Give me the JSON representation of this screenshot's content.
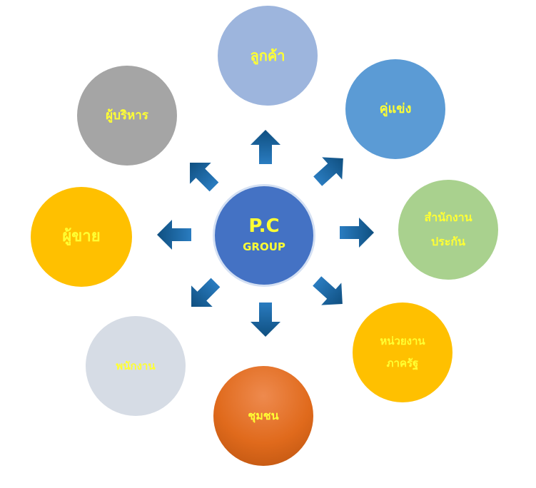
{
  "center": {
    "line1": "P.C",
    "line2": "GROUP",
    "color": "#4472c4"
  },
  "nodes": {
    "customer": {
      "label": "ลูกค้า",
      "color": "#9db5dd"
    },
    "competitor": {
      "label": "คู่แข่ง",
      "color": "#5b9bd5"
    },
    "insurance": {
      "line1": "สำนักงาน",
      "line2": "ประกัน",
      "color": "#a9d18e"
    },
    "government": {
      "line1": "หน่วยงาน",
      "line2": "ภาครัฐ",
      "color": "#ffc000"
    },
    "community": {
      "label": "ชุมชน",
      "color": "#e06a1c"
    },
    "employee": {
      "label": "พนักงาน",
      "color": "#d6dce5"
    },
    "seller": {
      "label": "ผู้ขาย",
      "color": "#ffc000"
    },
    "executive": {
      "label": "ผู้บริหาร",
      "color": "#a5a5a5"
    }
  },
  "text_color": "#ffff33",
  "arrow_color": "#1f6ea5"
}
